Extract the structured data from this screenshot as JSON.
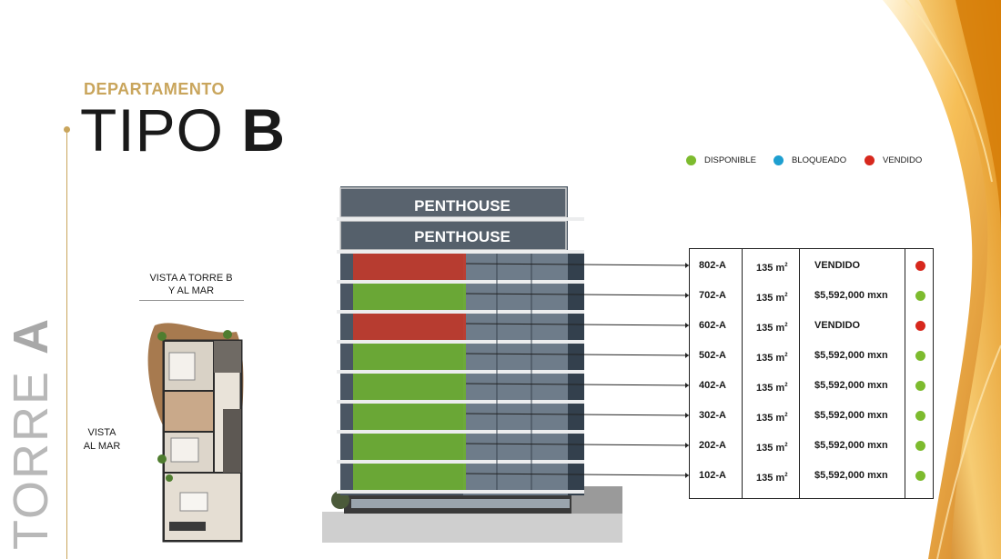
{
  "header": {
    "department_label": "DEPARTAMENTO",
    "tipo_word": "TIPO",
    "tipo_letter": "B"
  },
  "side": {
    "torre_word": "TORRE",
    "torre_letter": "A"
  },
  "legend": [
    {
      "label": "DISPONIBLE",
      "color": "#7dbb2e"
    },
    {
      "label": "BLOQUEADO",
      "color": "#1e9fd0"
    },
    {
      "label": "VENDIDO",
      "color": "#d7281d"
    }
  ],
  "floorplan": {
    "view_top_line1": "VISTA A TORRE B",
    "view_top_line2": "Y AL MAR",
    "view_left_line1": "VISTA",
    "view_left_line2": "AL MAR"
  },
  "building": {
    "penthouse_labels": [
      "PENTHOUSE",
      "PENTHOUSE"
    ]
  },
  "units": [
    {
      "unit": "802-A",
      "area": "135",
      "area_unit": "m",
      "area_exp": "2",
      "price": "VENDIDO",
      "status": "vendido",
      "status_color": "#d7281d"
    },
    {
      "unit": "702-A",
      "area": "135",
      "area_unit": "m",
      "area_exp": "2",
      "price": "$5,592,000 mxn",
      "status": "disponible",
      "status_color": "#7dbb2e"
    },
    {
      "unit": "602-A",
      "area": "135",
      "area_unit": "m",
      "area_exp": "2",
      "price": "VENDIDO",
      "status": "vendido",
      "status_color": "#d7281d"
    },
    {
      "unit": "502-A",
      "area": "135",
      "area_unit": "m",
      "area_exp": "2",
      "price": "$5,592,000 mxn",
      "status": "disponible",
      "status_color": "#7dbb2e"
    },
    {
      "unit": "402-A",
      "area": "135",
      "area_unit": "m",
      "area_exp": "2",
      "price": "$5,592,000 mxn",
      "status": "disponible",
      "status_color": "#7dbb2e"
    },
    {
      "unit": "302-A",
      "area": "135",
      "area_unit": "m",
      "area_exp": "2",
      "price": "$5,592,000 mxn",
      "status": "disponible",
      "status_color": "#7dbb2e"
    },
    {
      "unit": "202-A",
      "area": "135",
      "area_unit": "m",
      "area_exp": "2",
      "price": "$5,592,000 mxn",
      "status": "disponible",
      "status_color": "#7dbb2e"
    },
    {
      "unit": "102-A",
      "area": "135",
      "area_unit": "m",
      "area_exp": "2",
      "price": "$5,592,000 mxn",
      "status": "disponible",
      "status_color": "#7dbb2e"
    }
  ]
}
